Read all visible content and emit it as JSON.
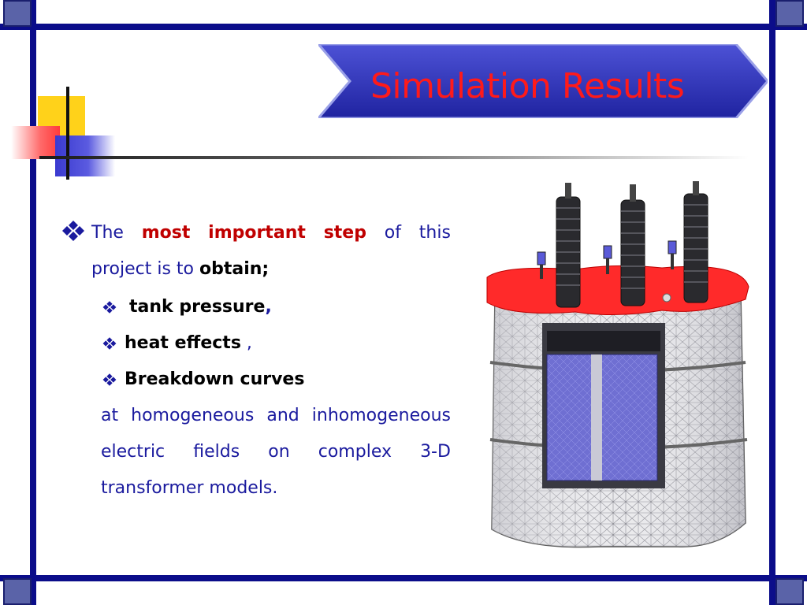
{
  "slide": {
    "title": "Simulation Results",
    "intro": {
      "words_line1": [
        "The",
        "most",
        "important",
        "step",
        "of",
        "this"
      ],
      "line2_prefix": "project is to ",
      "line2_bold": "obtain;"
    },
    "sub_items": [
      {
        "label": "tank pressure",
        "suffix": ","
      },
      {
        "label": "heat effects",
        "suffix": " ,"
      },
      {
        "label": "Breakdown curves",
        "suffix": ""
      }
    ],
    "tail": {
      "line1_words": [
        "at",
        "homogeneous",
        "and",
        "inhomogeneous"
      ],
      "line2_words": [
        "electric",
        "fields",
        "on",
        "complex",
        "3-D"
      ],
      "line3": "transformer models."
    }
  },
  "colors": {
    "frame": "#0b0d8a",
    "title_text": "#ff1a1a",
    "body_text": "#1a1a9e",
    "emphasis": "#c00000",
    "banner": "#2a2fb0"
  },
  "icons": {
    "bullet": "diamond-cluster-icon",
    "image": "transformer-mesh-model"
  }
}
